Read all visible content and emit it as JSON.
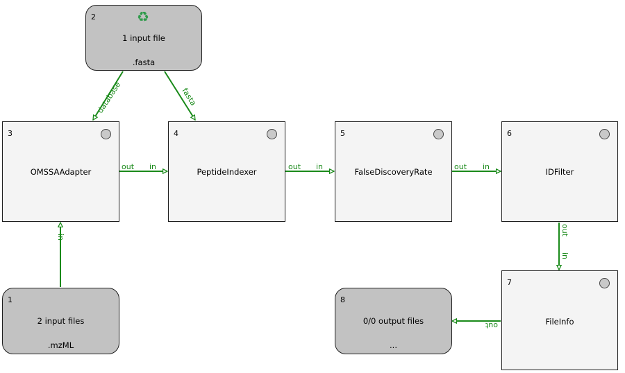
{
  "nodes": {
    "n2": {
      "id": "2",
      "line1": "1 input file",
      "line2": ".fasta",
      "icon": "recycle-icon"
    },
    "n3": {
      "id": "3",
      "label": "OMSSAAdapter"
    },
    "n4": {
      "id": "4",
      "label": "PeptideIndexer"
    },
    "n5": {
      "id": "5",
      "label": "FalseDiscoveryRate"
    },
    "n6": {
      "id": "6",
      "label": "IDFilter"
    },
    "n7": {
      "id": "7",
      "label": "FileInfo"
    },
    "n1": {
      "id": "1",
      "line1": "2 input files",
      "line2": ".mzML"
    },
    "n8": {
      "id": "8",
      "line1": "0/0 output files",
      "line2": "..."
    }
  },
  "ports": {
    "database": "database",
    "fasta": "fasta",
    "out": "out",
    "in": "in"
  },
  "colors": {
    "edge": "#1a8a1a",
    "tool_fill": "#f4f4f4",
    "io_fill": "#c2c2c2",
    "status_fill": "#c9c9c9"
  }
}
